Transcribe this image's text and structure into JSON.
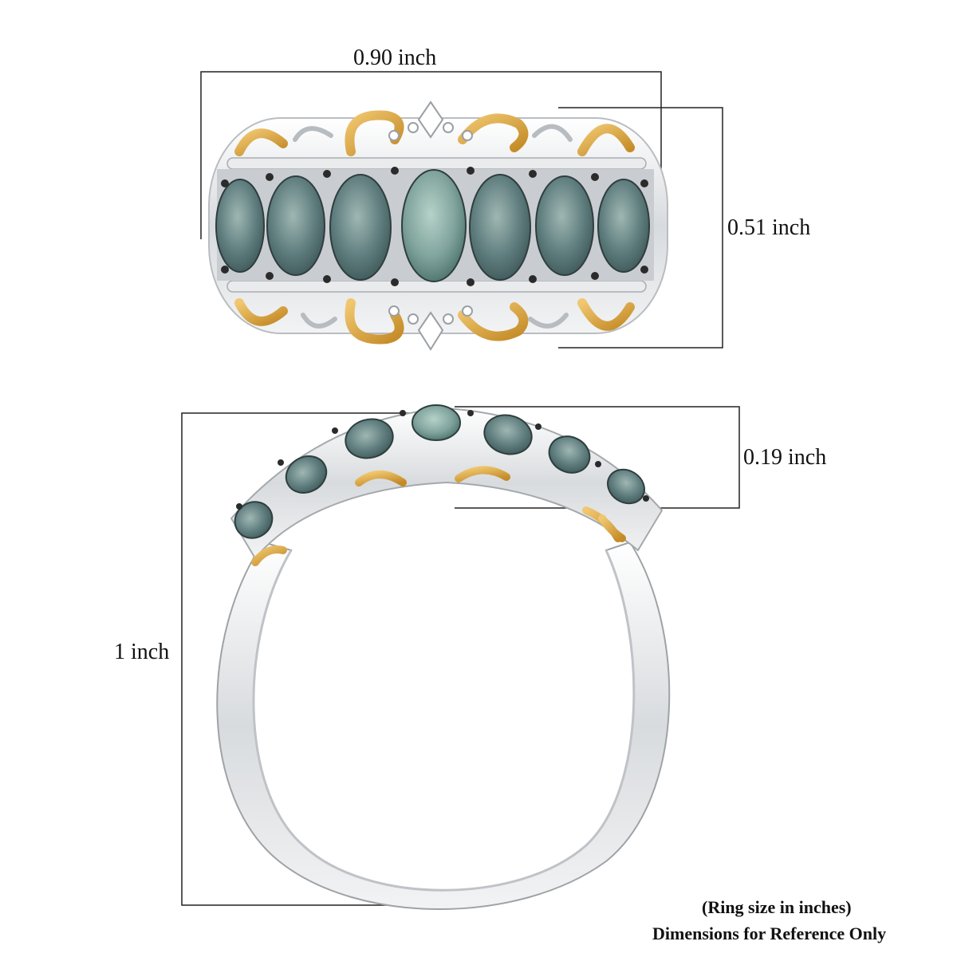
{
  "dimensions": {
    "top_width": "0.90 inch",
    "top_height": "0.51 inch",
    "side_depth": "0.19 inch",
    "side_height": "1 inch"
  },
  "notes": {
    "line1": "(Ring size in inches)",
    "line2": "Dimensions for Reference Only"
  },
  "colors": {
    "silver": "#e6e8ea",
    "gold": "#d9a43e",
    "gem": "#5d7b7c",
    "gem_light": "#8ea8a4",
    "prong": "#2b2b2b"
  }
}
